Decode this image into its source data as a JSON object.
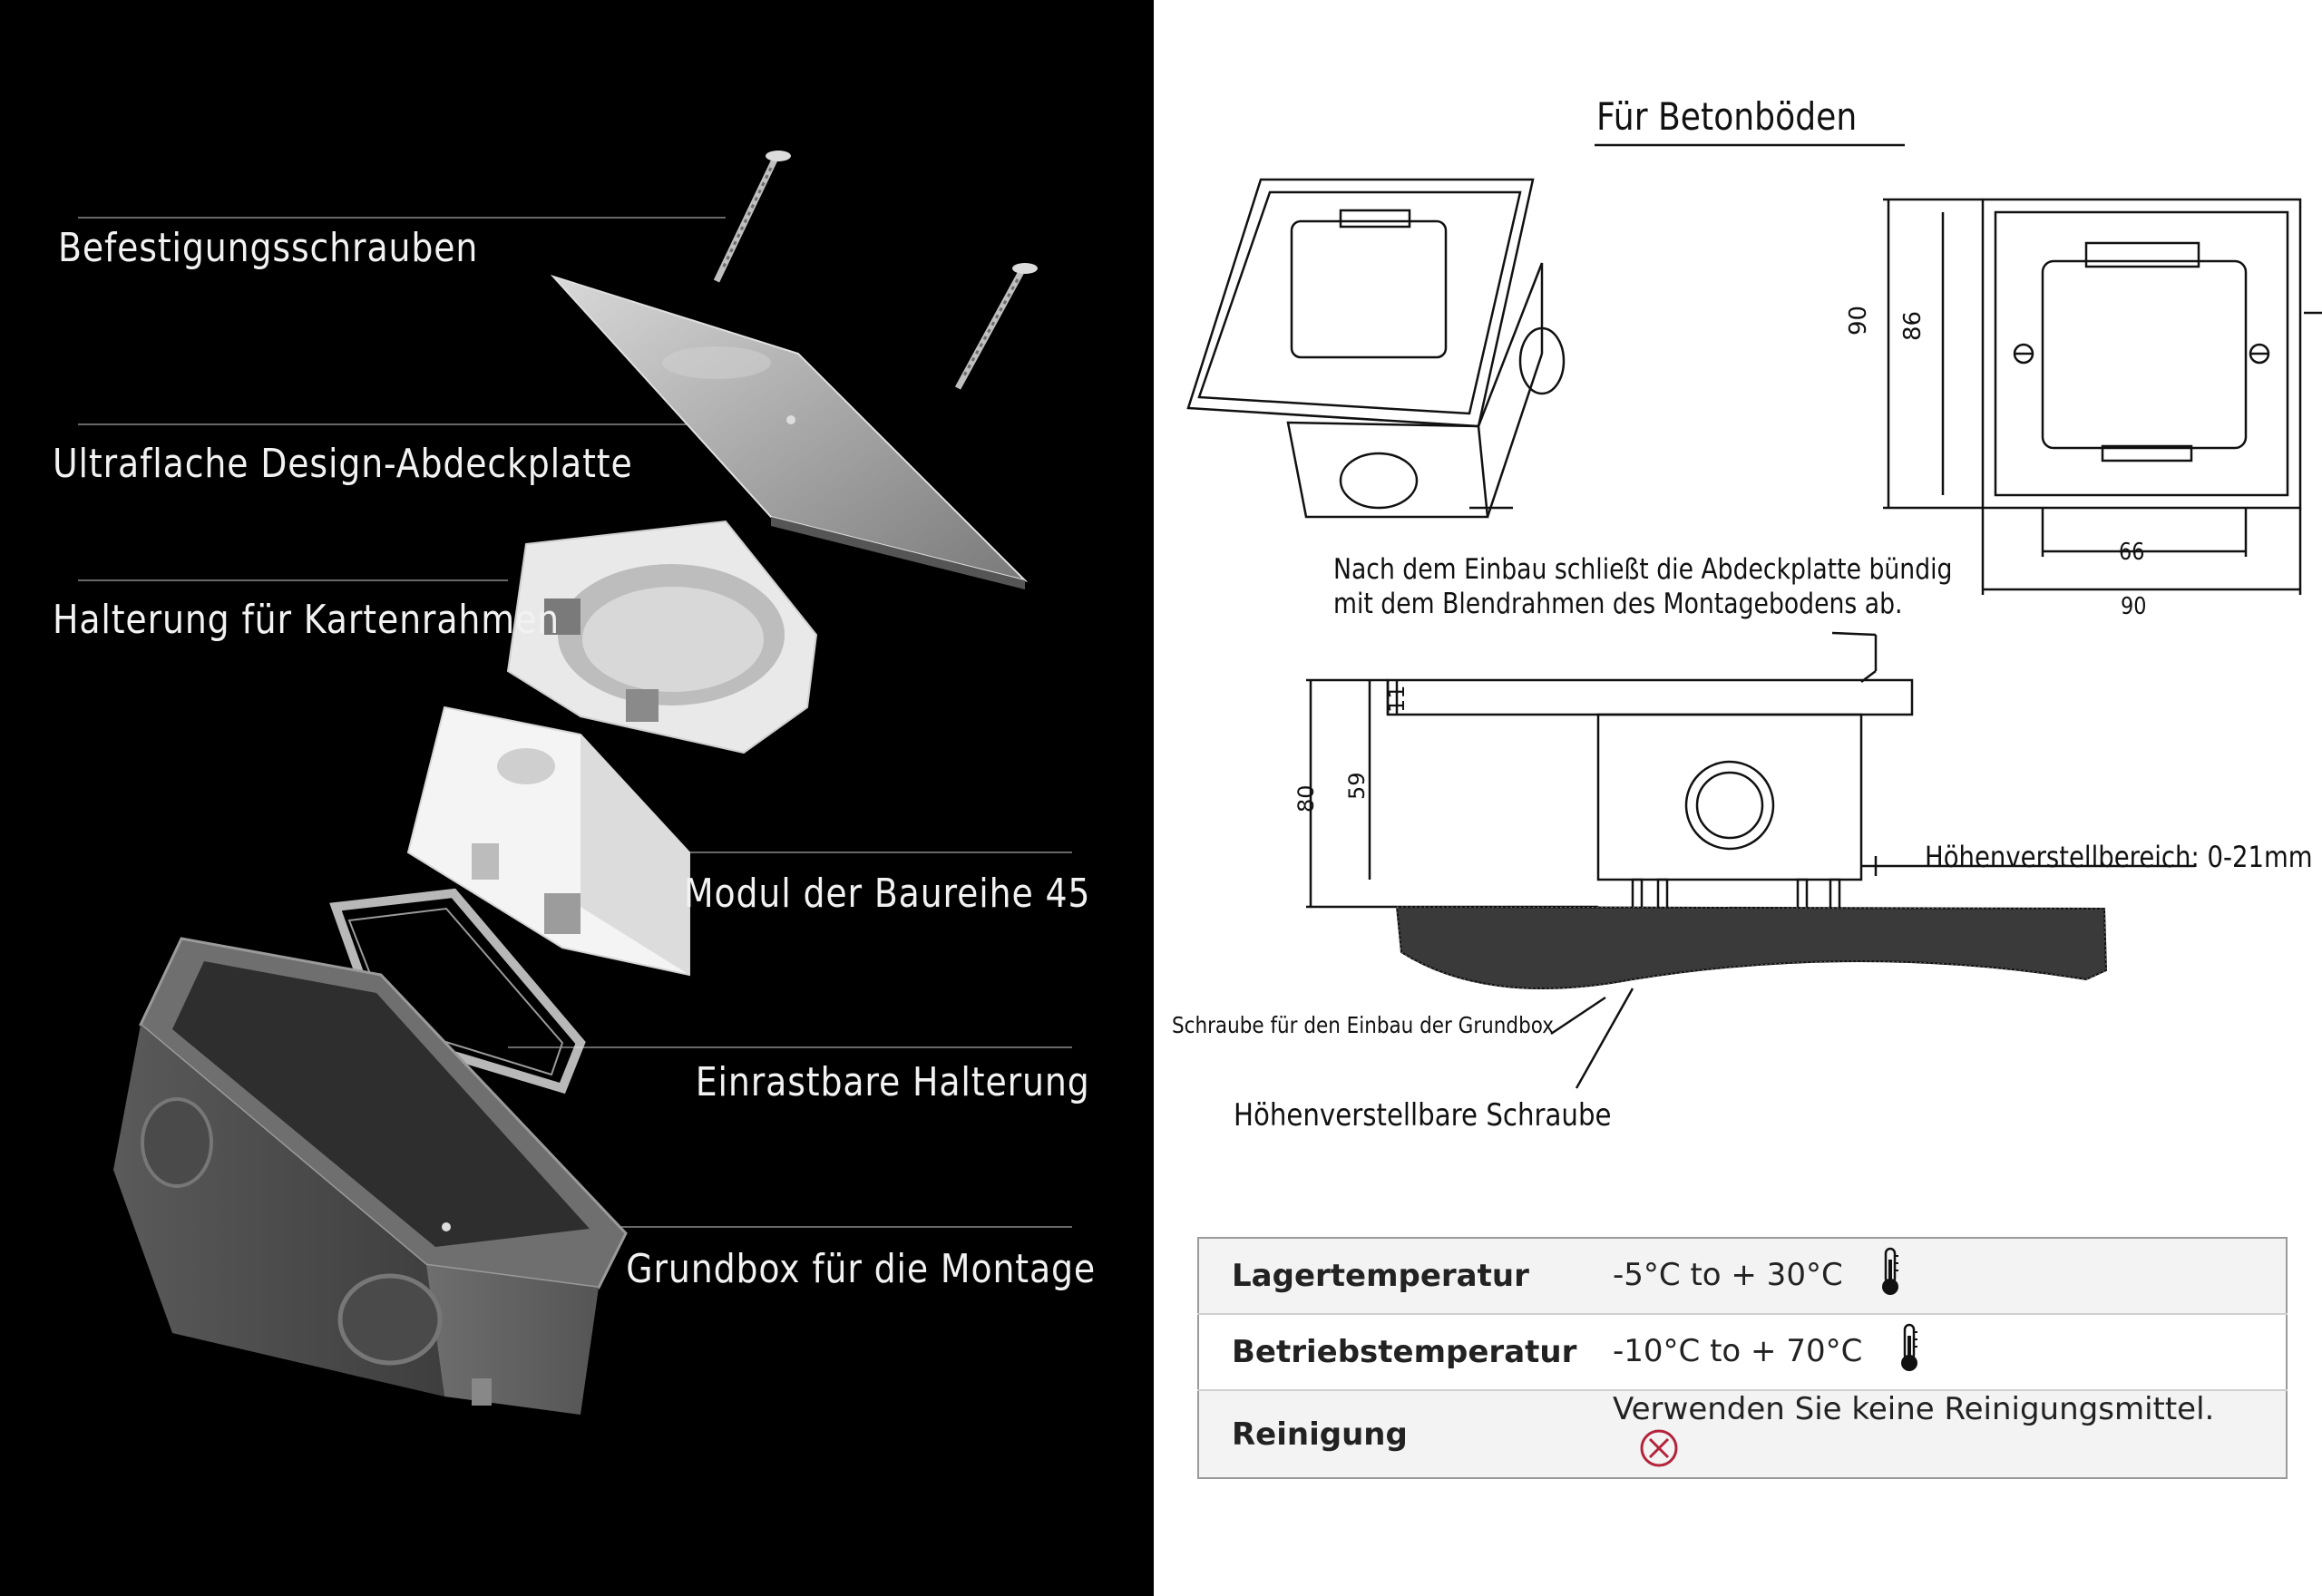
{
  "exploded_view": {
    "labels": {
      "screws": "Befestigungsschrauben",
      "cover_plate": "Ultraflache Design-Abdeckplatte",
      "card_frame": "Halterung für Kartenrahmen",
      "module": "Modul der Baureihe 45",
      "snap_bracket": "Einrastbare Halterung",
      "base_box": "Grundbox für die Montage"
    }
  },
  "drawing": {
    "title": "Für Betonböden",
    "dim_top_view": {
      "outer_height": "90",
      "inner_height": "86",
      "inner_width": "66",
      "outer_width": "90"
    },
    "note": [
      "Nach dem Einbau schließt die Abdeckplatte bündig",
      "mit dem Blendrahmen des Montagebodens ab."
    ],
    "dim_side_view": {
      "top": "11",
      "total": "80",
      "body": "59"
    },
    "callouts": {
      "height_range": "Höhenverstellbereich: 0-21mm",
      "base_screw": "Schraube für den Einbau der Grundbox",
      "adjust_screw": "Höhenverstellbare Schraube"
    }
  },
  "specs": [
    {
      "label": "Lagertemperatur",
      "value": "-5°C to + 30°C",
      "icon": "thermometer-icon"
    },
    {
      "label": "Betriebstemperatur",
      "value": "-10°C to + 70°C",
      "icon": "thermometer-icon"
    },
    {
      "label": "Reinigung",
      "value": "Verwenden Sie keine Reinigungsmittel.",
      "icon": "no-cleaning-icon"
    }
  ],
  "colors": {
    "left_bg": "#000000",
    "right_bg": "#ffffff",
    "table_border": "#9a9a9a",
    "no_icon": "#b3243b"
  }
}
